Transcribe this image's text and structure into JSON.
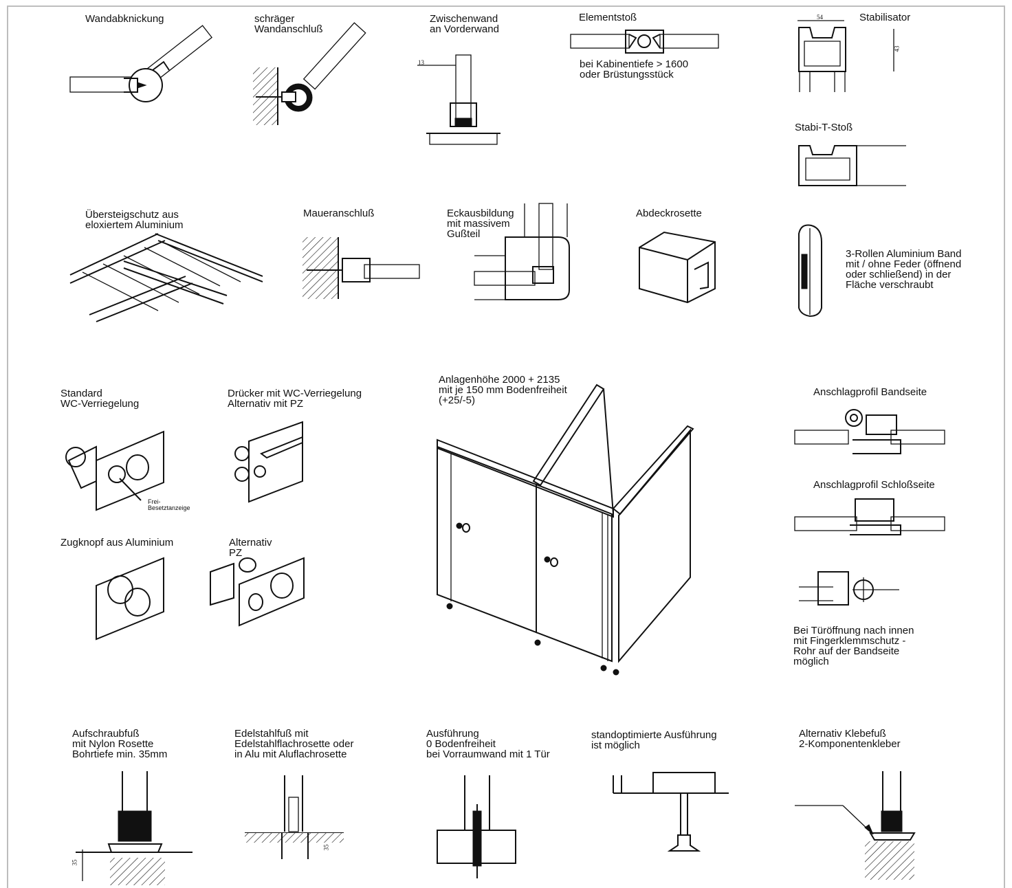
{
  "labels": {
    "wandabknickung": "Wandabknickung",
    "schraeger": "schräger\nWandanschluß",
    "zwischenwand": "Zwischenwand\nan Vorderwand",
    "elementstoss": "Elementstoß",
    "kabinentiefe": "bei Kabinentiefe > 1600\noder Brüstungsstück",
    "stabilisator": "Stabilisator",
    "stabi_t": "Stabi-T-Stoß",
    "uebersteig": "Übersteigschutz aus\neloxiertem Aluminium",
    "maueranschluss": "Maueranschluß",
    "eckausbildung": "Eckausbildung\nmit massivem\nGußteil",
    "abdeckrosette": "Abdeckrosette",
    "rollen": "3-Rollen Aluminium Band\nmit / ohne  Feder (öffnend\noder schließend) in der\nFläche verschraubt",
    "standard_wc": "Standard\nWC-Verriegelung",
    "besetzt": "Frei-\nBesetztanzeige",
    "druecker": "Drücker mit WC-Verriegelung\nAlternativ mit PZ",
    "anlagenhoehe": "Anlagenhöhe 2000 + 2135\nmit je 150 mm Bodenfreiheit\n(+25/-5)",
    "anschlag_band": "Anschlagprofil Bandseite",
    "anschlag_schloss": "Anschlagprofil Schloßseite",
    "zugknopf": "Zugknopf aus Aluminium",
    "alternativ_pz": "Alternativ\nPZ",
    "tueroeffnung": "Bei Türöffnung nach innen\nmit Fingerklemmschutz -\nRohr auf der Bandseite\nmöglich",
    "aufschraubfuss": "Aufschraubfuß\nmit Nylon Rosette\nBohrtiefe  min. 35mm",
    "edelstahlfuss": "Edelstahlfuß mit\nEdelstahlflachrosette oder\nin Alu mit Aluflachrosette",
    "ausfuehrung": "Ausführung\n0 Bodenfreiheit\nbei Vorraumwand mit 1 Tür",
    "standopt": "standoptimierte Ausführung\nist möglich",
    "klebefuss": "Alternativ Klebefuß\n2-Komponentenkleber"
  },
  "dimensions": {
    "d13": "13",
    "d54": "54",
    "d43": "43",
    "d35a": "35",
    "d35b": "35"
  }
}
